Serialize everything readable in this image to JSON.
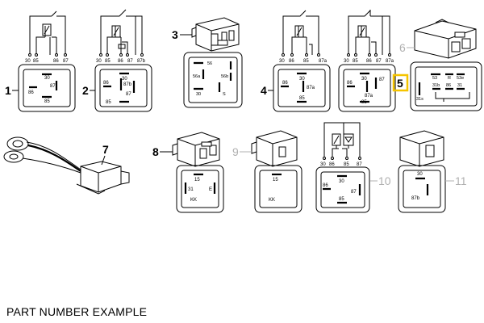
{
  "footer": {
    "label": "PART NUMBER EXAMPLE"
  },
  "callouts": {
    "c1": "1",
    "c2": "2",
    "c3": "3",
    "c4": "4",
    "c5": "5",
    "c6": "6",
    "c7": "7",
    "c8": "8",
    "c9": "9",
    "c10": "10",
    "c11": "11"
  },
  "relay1": {
    "pins": [
      "30",
      "85",
      "86",
      "87"
    ],
    "face": {
      "a": "30",
      "b": "87",
      "c": "86",
      "d": "85"
    }
  },
  "relay2": {
    "pins": [
      "30",
      "85",
      "86",
      "87",
      "87b"
    ],
    "face": {
      "a": "30",
      "b": "87b",
      "c": "86",
      "d": "87",
      "e": "85"
    }
  },
  "relay3": {
    "face": {
      "a": "56",
      "b": "56a",
      "c": "56b",
      "d": "30",
      "e": "S"
    }
  },
  "relay4": {
    "pins": [
      "30",
      "86",
      "85",
      "87a"
    ],
    "face": {
      "a": "30",
      "b": "86",
      "c": "87a",
      "d": "85"
    }
  },
  "relay5": {
    "pins": [
      "30",
      "85",
      "86",
      "87",
      "87a"
    ],
    "face": {
      "a": "30",
      "b": "86",
      "c": "87",
      "d": "87a",
      "e": "85"
    }
  },
  "relay6": {
    "face": {
      "a": "53",
      "b": "R",
      "c": "53e",
      "d": "31b",
      "e": "86",
      "f": "31",
      "g": "31s"
    }
  },
  "relay8": {
    "face": {
      "a": "15",
      "b": "31",
      "c": "E",
      "d": "KK"
    }
  },
  "relay9": {
    "face": {
      "a": "15",
      "b": "KK"
    }
  },
  "relay10": {
    "pins": [
      "30",
      "86",
      "85",
      "87"
    ],
    "face": {
      "a": "30",
      "b": "86",
      "c": "87",
      "d": "85"
    }
  },
  "relay11": {
    "face": {
      "a": "30",
      "b": "87b"
    }
  },
  "colors": {
    "line": "#000000",
    "muted": "#b0b0b0",
    "highlight": "#f5c400"
  }
}
